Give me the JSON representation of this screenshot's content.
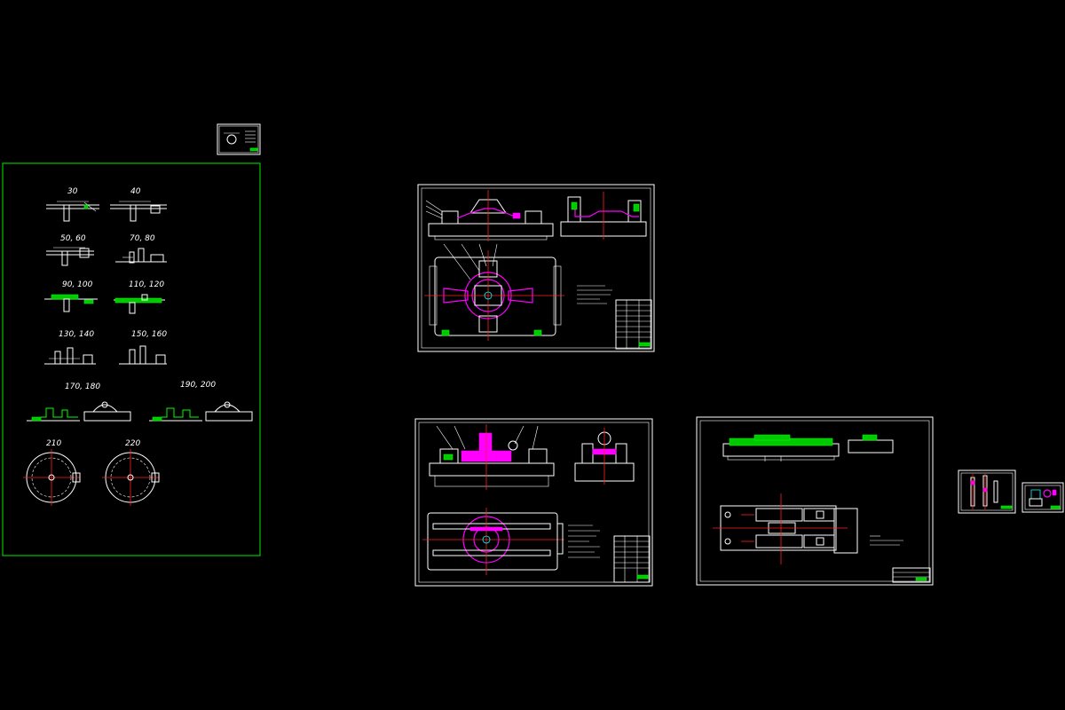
{
  "colors": {
    "background": "#000000",
    "line_white": "#ffffff",
    "line_green": "#00ff00",
    "line_magenta": "#ff00ff",
    "line_red": "#ff2020",
    "line_cyan": "#00ffff"
  },
  "parts_sheet": {
    "labels": [
      "30",
      "40",
      "50, 60",
      "70, 80",
      "90, 100",
      "110, 120",
      "130, 140",
      "150, 160",
      "170, 180",
      "190, 200",
      "210",
      "220"
    ]
  }
}
